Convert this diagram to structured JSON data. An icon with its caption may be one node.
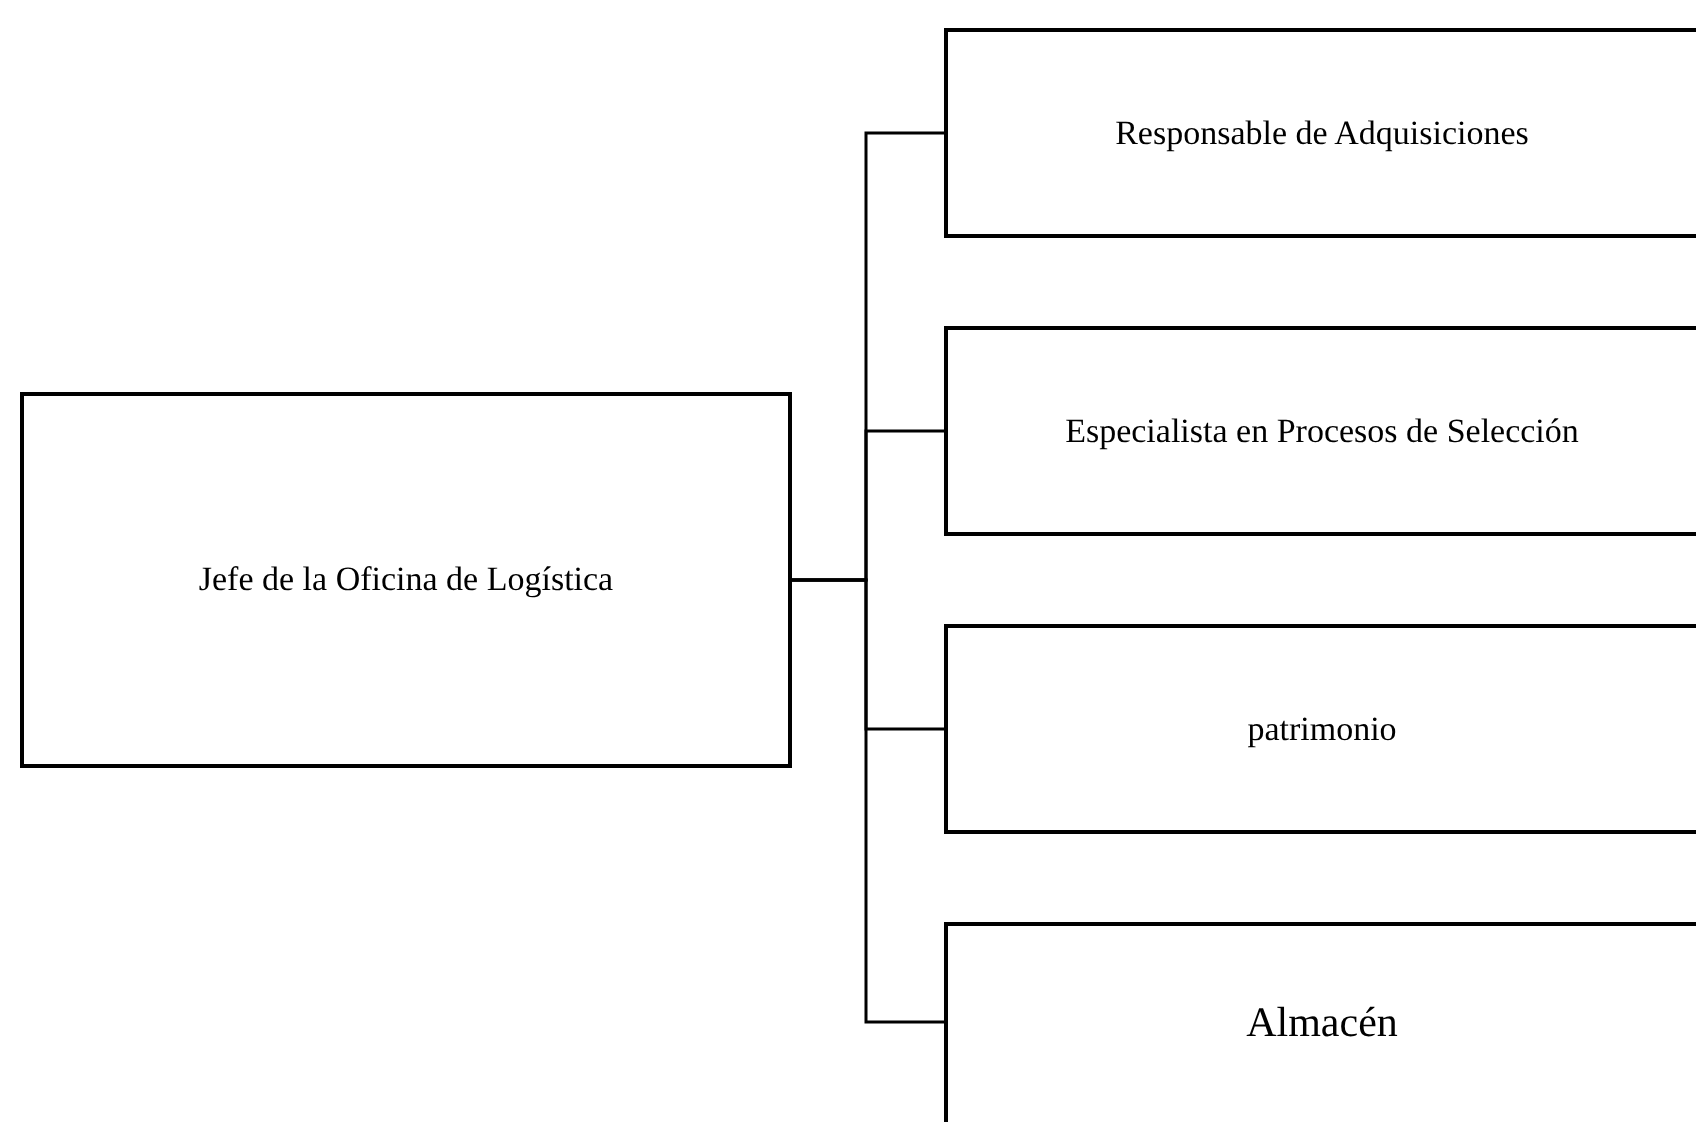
{
  "diagram": {
    "nodes": [
      {
        "text": [
          "Jefe de la Oficina de Logística"
        ]
      },
      {
        "text": [
          "Responsable de Adquisiciones"
        ]
      },
      {
        "text": [
          "Especialista en Procesos de Selección"
        ]
      },
      {
        "text": [
          "patrimonio"
        ]
      },
      {
        "text": [
          "Almacén"
        ]
      }
    ],
    "edges": [
      {
        "from": 0,
        "to": 1,
        "arrow": "none"
      },
      {
        "from": 0,
        "to": 2,
        "arrow": "none"
      },
      {
        "from": 0,
        "to": 3,
        "arrow": "none"
      },
      {
        "from": 0,
        "to": 4,
        "arrow": "none"
      }
    ]
  }
}
